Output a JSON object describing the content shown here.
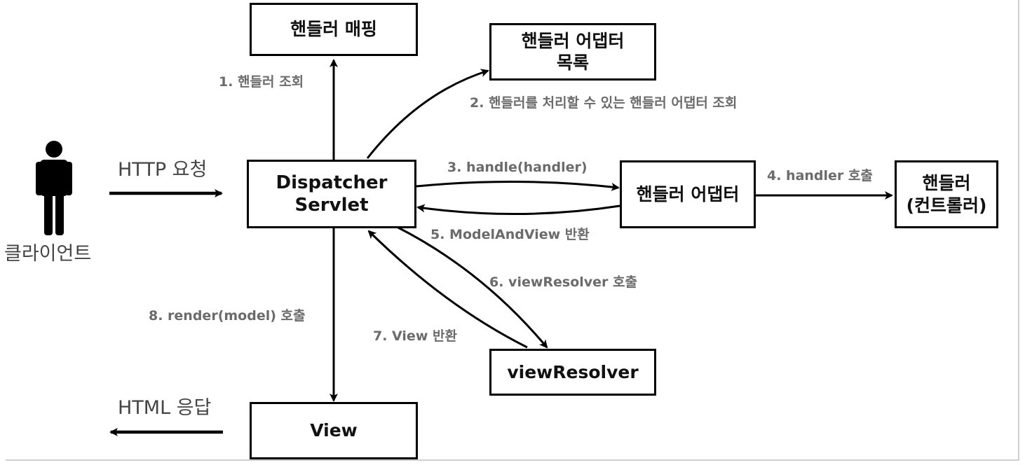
{
  "nodes": {
    "handler_mapping": "핸들러 매핑",
    "adapter_list": [
      "핸들러 어댑터",
      "목록"
    ],
    "dispatcher": [
      "Dispatcher",
      "Servlet"
    ],
    "handler_adapter": "핸들러 어댑터",
    "handler": [
      "핸들러",
      "(컨트롤러)"
    ],
    "view_resolver": "viewResolver",
    "view": "View",
    "client": "클라이언트"
  },
  "edges": {
    "step1": "1. 핸들러 조회",
    "step2": "2. 핸들러를 처리할 수 있는 핸들러 어댑터 조회",
    "step3": "3. handle(handler)",
    "step4": "4. handler 호출",
    "step5": "5. ModelAndView 반환",
    "step6": "6. viewResolver 호출",
    "step7": "7. View 반환",
    "step8": "8. render(model) 호출",
    "http_request": "HTTP 요청",
    "html_response": "HTML 응답"
  },
  "colors": {
    "line": "#000000",
    "label": "#6b6b6b"
  }
}
